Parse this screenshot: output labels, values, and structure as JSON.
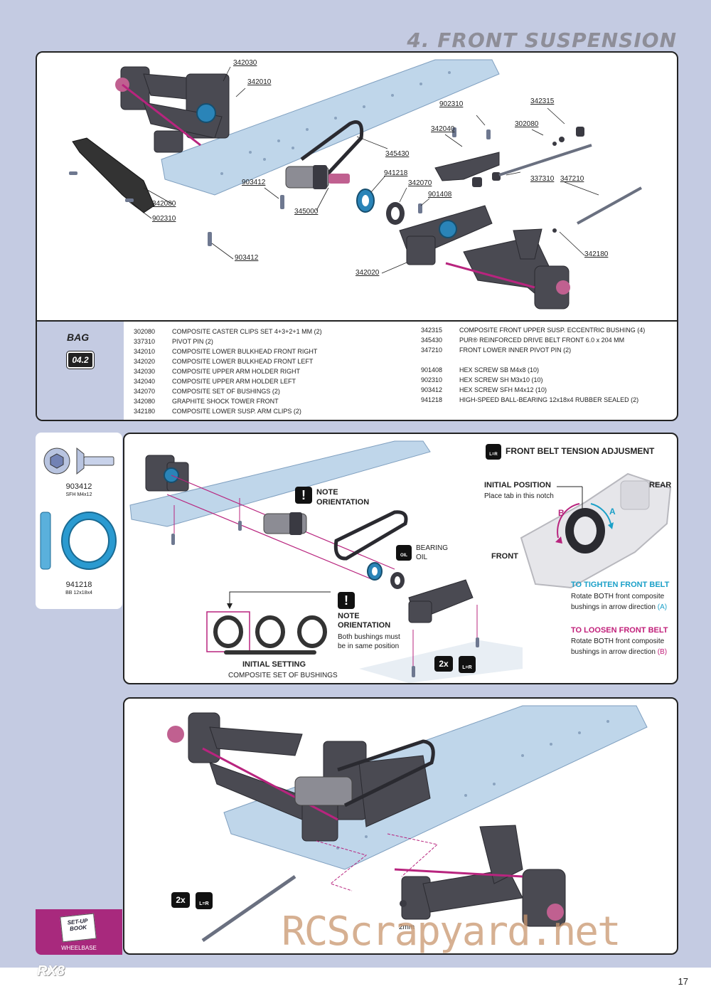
{
  "header": {
    "title": "4. FRONT SUSPENSION"
  },
  "panel1": {
    "labels": [
      "342030",
      "342010",
      "902310",
      "342315",
      "342040",
      "302080",
      "345430",
      "941218",
      "342070",
      "903412",
      "337310",
      "347210",
      "901408",
      "342080",
      "902310",
      "345000",
      "903412",
      "342180",
      "342020"
    ],
    "bag_label": "BAG",
    "bag_number": "04.2",
    "parts_left": [
      {
        "num": "302080",
        "desc": "COMPOSITE CASTER CLIPS SET 4+3+2+1 MM (2)"
      },
      {
        "num": "337310",
        "desc": "PIVOT PIN (2)"
      },
      {
        "num": "342010",
        "desc": "COMPOSITE LOWER BULKHEAD FRONT RIGHT"
      },
      {
        "num": "342020",
        "desc": "COMPOSITE LOWER BULKHEAD FRONT LEFT"
      },
      {
        "num": "342030",
        "desc": "COMPOSITE UPPER ARM HOLDER RIGHT"
      },
      {
        "num": "342040",
        "desc": "COMPOSITE UPPER ARM HOLDER LEFT"
      },
      {
        "num": "342070",
        "desc": "COMPOSITE SET OF BUSHINGS (2)"
      },
      {
        "num": "342080",
        "desc": "GRAPHITE SHOCK TOWER FRONT"
      },
      {
        "num": "342180",
        "desc": "COMPOSITE LOWER SUSP. ARM CLIPS (2)"
      }
    ],
    "parts_right": [
      {
        "num": "342315",
        "desc": "COMPOSITE FRONT UPPER SUSP. ECCENTRIC BUSHING (4)"
      },
      {
        "num": "345430",
        "desc": "PUR® REINFORCED DRIVE BELT FRONT 6.0 x 204 MM"
      },
      {
        "num": "347210",
        "desc": "FRONT LOWER INNER PIVOT PIN (2)"
      },
      {
        "num": "901408",
        "desc": "HEX SCREW SB M4x8  (10)"
      },
      {
        "num": "902310",
        "desc": "HEX SCREW SH M3x10  (10)"
      },
      {
        "num": "903412",
        "desc": "HEX SCREW SFH M4x12  (10)"
      },
      {
        "num": "941218",
        "desc": "HIGH-SPEED BALL-BEARING 12x18x4 RUBBER SEALED  (2)"
      }
    ]
  },
  "sidebar": {
    "screw_num": "903412",
    "screw_desc": "SFH M4x12",
    "bearing_num": "941218",
    "bearing_desc": "BB 12x18x4"
  },
  "panel2": {
    "lr_badge": "L=R",
    "belt_title": "FRONT BELT TENSION ADJUSMENT",
    "note_heading": "NOTE",
    "note_heading2": "ORIENTATION",
    "bearing_oil_1": "BEARING",
    "bearing_oil_2": "OIL",
    "oil_icon": "OIL",
    "note2_heading": "NOTE",
    "note2_heading2": "ORIENTATION",
    "note2_text1": "Both bushings must",
    "note2_text2": "be in same position",
    "initial_setting": "INITIAL SETTING",
    "composite_bushings": "COMPOSITE SET OF BUSHINGS",
    "initial_position": "INITIAL POSITION",
    "place_tab": "Place tab in this notch",
    "rear": "REAR",
    "front": "FRONT",
    "arrow_a": "A",
    "arrow_b": "B",
    "tighten_title": "TO TIGHTEN FRONT BELT",
    "tighten_1": "Rotate BOTH front composite",
    "tighten_2": "bushings in arrow direction",
    "tighten_dir": "(A)",
    "loosen_title": "TO LOOSEN FRONT BELT",
    "loosen_1": "Rotate BOTH front composite",
    "loosen_2": "bushings in arrow direction",
    "loosen_dir": "(B)",
    "qty": "2x"
  },
  "panel3": {
    "qty": "2x",
    "lr_badge": "L=R",
    "dimension": "2mm",
    "setup_book_1": "SET-UP",
    "setup_book_2": "BOOK",
    "wheelbase": "WHEELBASE"
  },
  "footer": {
    "logo": "RX8",
    "page_number": "17",
    "watermark": "RCScrapyard.net"
  },
  "colors": {
    "band": "#c4cbe2",
    "magenta": "#b8247e",
    "cyan": "#1aa0c8",
    "title_gray": "#8e8e98"
  }
}
